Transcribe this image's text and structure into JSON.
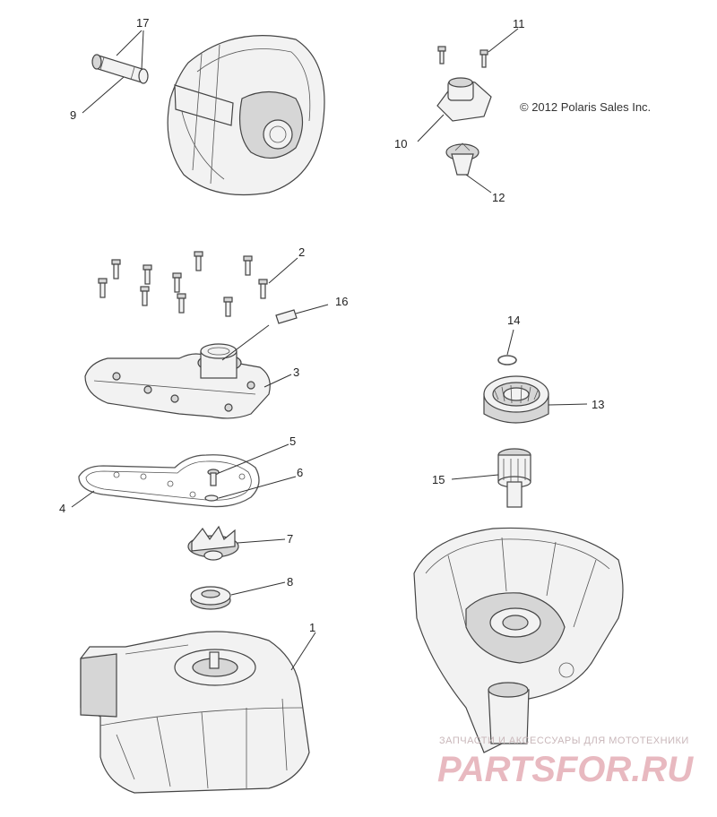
{
  "copyright": "© 2012 Polaris Sales Inc.",
  "watermark": {
    "subtitle": "ЗАПЧАСТИ И АКСЕССУАРЫ ДЛЯ МОТОТЕХНИКИ",
    "brand": "PARTSFOR.RU",
    "brand_color": "#e8b9c0"
  },
  "callouts": [
    {
      "id": "c1",
      "label": "1"
    },
    {
      "id": "c2",
      "label": "2"
    },
    {
      "id": "c3",
      "label": "3"
    },
    {
      "id": "c4",
      "label": "4"
    },
    {
      "id": "c5",
      "label": "5"
    },
    {
      "id": "c6",
      "label": "6"
    },
    {
      "id": "c7",
      "label": "7"
    },
    {
      "id": "c8",
      "label": "8"
    },
    {
      "id": "c9",
      "label": "9"
    },
    {
      "id": "c10",
      "label": "10"
    },
    {
      "id": "c11",
      "label": "11"
    },
    {
      "id": "c12",
      "label": "12"
    },
    {
      "id": "c13",
      "label": "13"
    },
    {
      "id": "c14",
      "label": "14"
    },
    {
      "id": "c15",
      "label": "15"
    },
    {
      "id": "c16",
      "label": "16"
    },
    {
      "id": "c17",
      "label": "17"
    }
  ]
}
